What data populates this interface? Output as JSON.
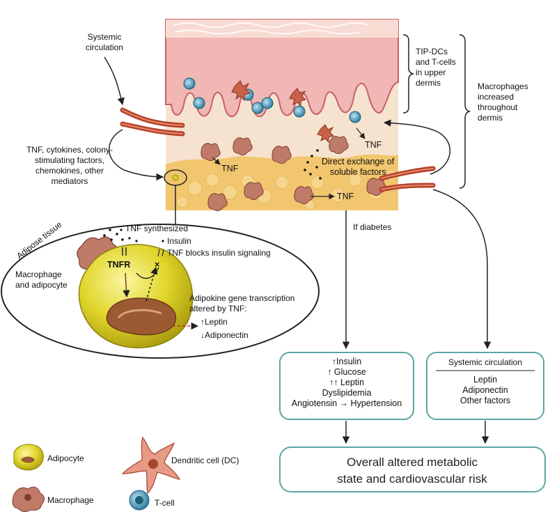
{
  "labels": {
    "systemic_circulation_1": "Systemic",
    "systemic_circulation_2": "circulation",
    "tip_dcs_1": "TIP-DCs",
    "tip_dcs_2": "and T-cells",
    "tip_dcs_3": "in upper",
    "tip_dcs_4": "dermis",
    "macrophages_1": "Macrophages",
    "macrophages_2": "increased",
    "macrophages_3": "throughout",
    "macrophages_4": "dermis",
    "tnf_cytokines_1": "TNF, cytokines, colony-",
    "tnf_cytokines_2": "stimulating factors,",
    "tnf_cytokines_3": "chemokines, other",
    "tnf_cytokines_4": "mediators",
    "tnf_a": "TNF",
    "tnf_b": "TNF",
    "tnf_c": "TNF",
    "direct_exchange_1": "Direct exchange of",
    "direct_exchange_2": "soluble factors",
    "if_diabetes": "If diabetes",
    "adipose_tissue": "Adipose tissue",
    "tnf_synthesized": "TNF synthesized",
    "insulin": "Insulin",
    "tnf_blocks": "TNF blocks insulin signaling",
    "tnfr": "TNFR",
    "macrophage_adipocyte_1": "Macrophage",
    "macrophage_adipocyte_2": "and adipocyte",
    "adipokine_1": "Adipokine gene transcription",
    "adipokine_2": "altered by TNF:",
    "leptin_arrow": "↑Leptin",
    "adiponectin_arrow": "↓Adiponectin"
  },
  "diabetes_box": {
    "items": [
      "↑Insulin",
      "↑ Glucose",
      "↑↑ Leptin",
      "Dyslipidemia",
      "Angiotensin → Hypertension"
    ]
  },
  "systemic_box": {
    "title": "Systemic circulation",
    "items": [
      "Leptin",
      "Adiponectin",
      "Other factors"
    ]
  },
  "outcome_box": {
    "line1": "Overall altered metabolic",
    "line2": "state and cardiovascular risk"
  },
  "legend": {
    "adipocyte": "Adipocyte",
    "macrophage": "Macrophage",
    "dendritic_cell": "Dendritic cell (DC)",
    "t_cell": "T-cell"
  },
  "colors": {
    "epidermis": "#f3c6c0",
    "dermis": "#f6e3cf",
    "fat": "#f2c66e",
    "vessel": "#b7402a",
    "adipocyte": "#d8d020",
    "box_border": "#5aa7a4",
    "tcell": "#3d8fb0",
    "macrophage": "#b0685a"
  }
}
